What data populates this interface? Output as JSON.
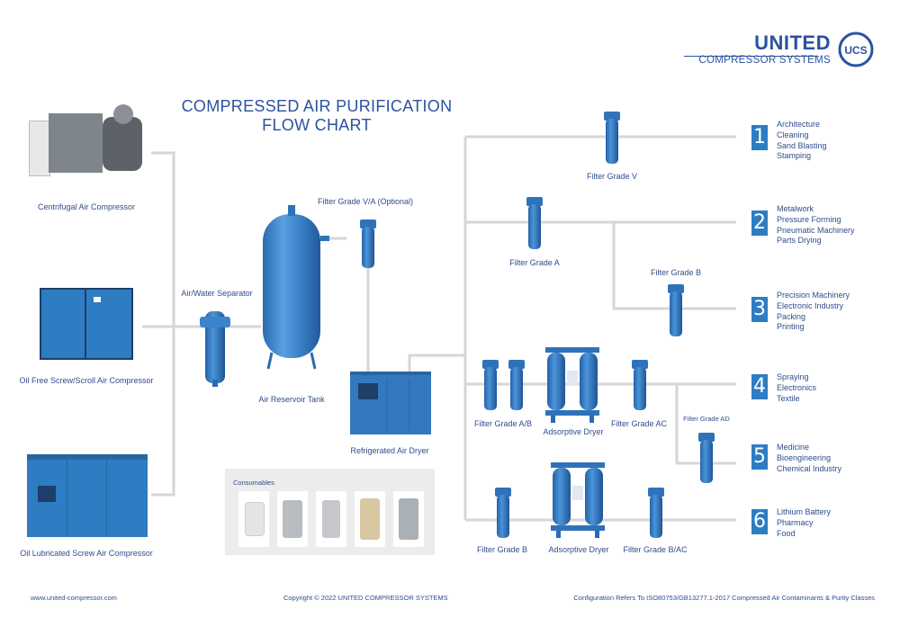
{
  "title": {
    "line1": "COMPRESSED AIR PURIFICATION",
    "line2": "FLOW CHART"
  },
  "brand": {
    "name": "UNITED",
    "subtitle": "COMPRESSOR SYSTEMS",
    "logo_text": "UCS"
  },
  "compressors": {
    "centrifugal": "Centrifugal Air Compressor",
    "oil_free": "Oil Free Screw/Scroll Air Compressor",
    "oil_lubricated": "Oil Lubricated Screw Air Compressor"
  },
  "equipment": {
    "separator": "Air/Water Separator",
    "reservoir": "Air Reservoir Tank",
    "filter_va": "Filter Grade V/A (Optional)",
    "dryer_refrigerated": "Refrigerated Air Dryer",
    "filter_v": "Filter Grade V",
    "filter_a": "Filter Grade A",
    "filter_b_upper": "Filter Grade B",
    "filter_ab": "Filter Grade A/B",
    "dryer_adsorptive_1": "Adsorptive Dryer",
    "filter_ac": "Filter Grade AC",
    "filter_ad": "Filter Grade AD",
    "filter_b_lower": "Filter Grade B",
    "dryer_adsorptive_2": "Adsorptive Dryer",
    "filter_bac": "Filter Grade B/AC"
  },
  "consumables": {
    "label": "Consumables"
  },
  "applications": [
    {
      "number": "1",
      "items": [
        "Architecture",
        "Cleaning",
        "Sand Blasting",
        "Stamping"
      ]
    },
    {
      "number": "2",
      "items": [
        "Metalwork",
        "Pressure Forming",
        "Pneumatic Machinery",
        "Parts Drying"
      ]
    },
    {
      "number": "3",
      "items": [
        "Precision Machinery",
        "Electronic Industry",
        "Packing",
        "Printing"
      ]
    },
    {
      "number": "4",
      "items": [
        "Spraying",
        "Electronics",
        "Textile"
      ]
    },
    {
      "number": "5",
      "items": [
        "Medicine",
        "Bioengineering",
        "Chemical Industry"
      ]
    },
    {
      "number": "6",
      "items": [
        "Lithium Battery",
        "Pharmacy",
        "Food"
      ]
    }
  ],
  "footer": {
    "website": "www.united-compressor.com",
    "copyright": "Copyright © 2022 UNITED COMPRESSOR SYSTEMS",
    "note": "Configuration Refers To ISO80753/GB13277.1-2017 Compressed Air Contaminants & Purity Classes"
  },
  "colors": {
    "brand_blue": "#2b52a0",
    "equipment_blue": "#2e7cc2",
    "pipe_gray": "#d4d4d6",
    "number_badge": "#2e7cc2"
  }
}
